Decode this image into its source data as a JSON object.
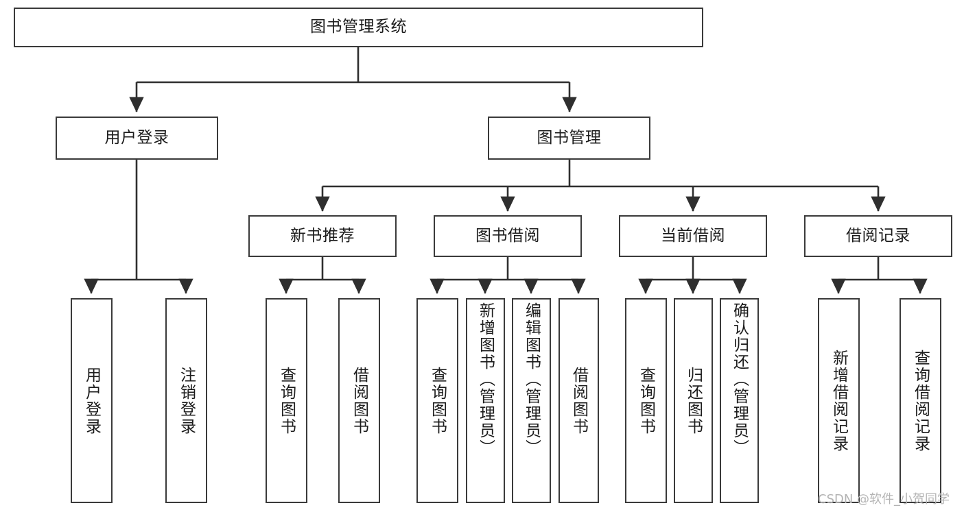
{
  "diagram": {
    "type": "tree-hierarchy",
    "title": "图书管理系统",
    "watermark": "CSDN @软件_小贺同学",
    "colors": {
      "border": "#3a3a3a",
      "background": "#ffffff",
      "text": "#1c1c1c",
      "watermark": "#b4b4b4"
    },
    "nodes": {
      "root": {
        "label": "图书管理系统"
      },
      "level2": [
        {
          "label": "用户登录"
        },
        {
          "label": "图书管理"
        }
      ],
      "level3": [
        {
          "label": "新书推荐"
        },
        {
          "label": "图书借阅"
        },
        {
          "label": "当前借阅"
        },
        {
          "label": "借阅记录"
        }
      ],
      "leaves": {
        "user_login": [
          {
            "label": "用户登录"
          },
          {
            "label": "注销登录"
          }
        ],
        "new_book": [
          {
            "label": "查询图书"
          },
          {
            "label": "借阅图书"
          }
        ],
        "book_borrow": [
          {
            "label": "查询图书"
          },
          {
            "label": "新增图书（管理员）"
          },
          {
            "label": "编辑图书（管理员）"
          },
          {
            "label": "借阅图书"
          }
        ],
        "current_borrow": [
          {
            "label": "查询图书"
          },
          {
            "label": "归还图书"
          },
          {
            "label": "确认归还（管理员）"
          }
        ],
        "borrow_record": [
          {
            "label": "新增借阅记录"
          },
          {
            "label": "查询借阅记录"
          }
        ]
      }
    }
  }
}
